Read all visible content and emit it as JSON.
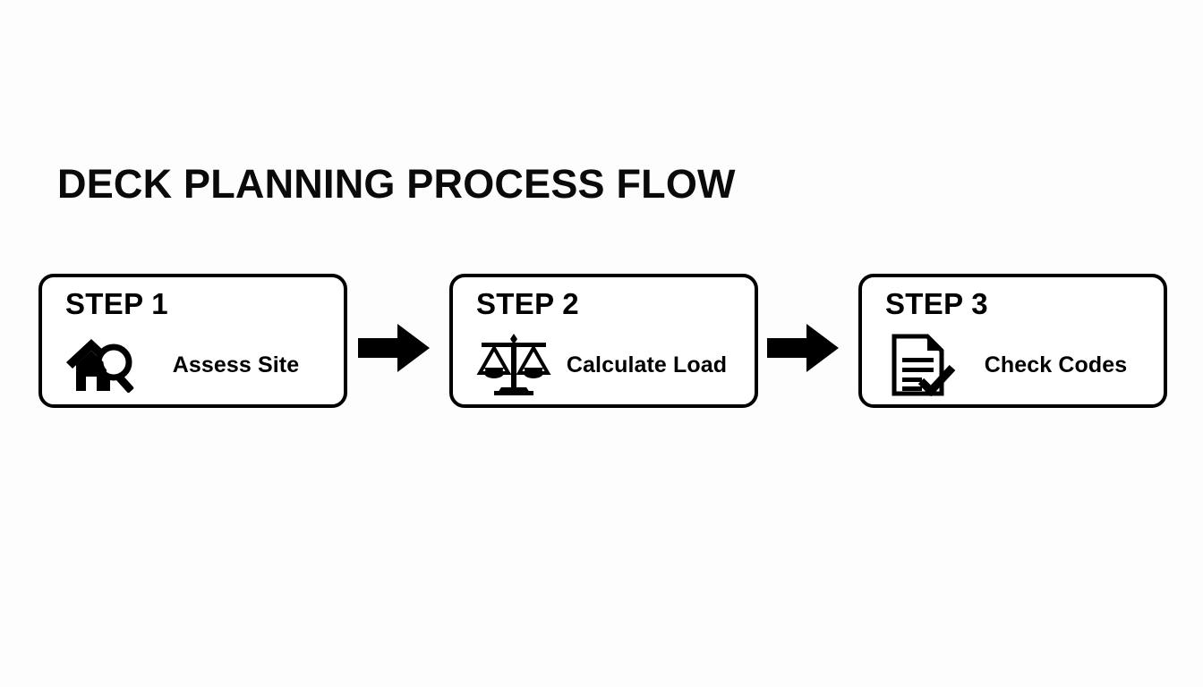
{
  "diagram": {
    "title": "DECK PLANNING PROCESS FLOW",
    "background_color": "#fdfdfd",
    "stroke_color": "#000000",
    "type": "horizontal-process-flow",
    "steps": [
      {
        "step_title": "STEP 1",
        "label": "Assess Site",
        "icon": "house-magnifier-icon"
      },
      {
        "step_title": "STEP 2",
        "label": "Calculate Load",
        "icon": "balance-scale-icon"
      },
      {
        "step_title": "STEP 3",
        "label": "Check Codes",
        "icon": "document-check-icon"
      }
    ],
    "connectors": [
      {
        "name": "arrow-step1-to-step2",
        "icon": "arrow-right-icon"
      },
      {
        "name": "arrow-step2-to-step3",
        "icon": "arrow-right-icon"
      }
    ]
  }
}
